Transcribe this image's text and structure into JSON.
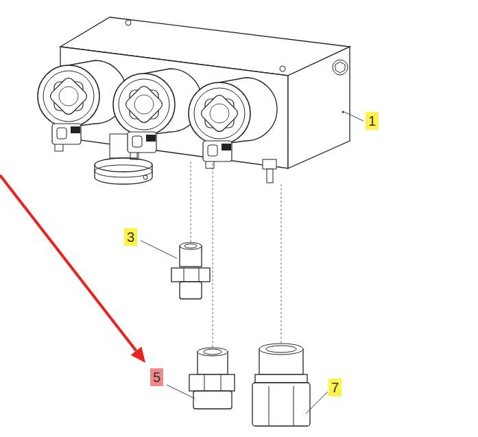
{
  "diagram": {
    "labels": [
      "1",
      "3",
      "5",
      "7"
    ]
  }
}
